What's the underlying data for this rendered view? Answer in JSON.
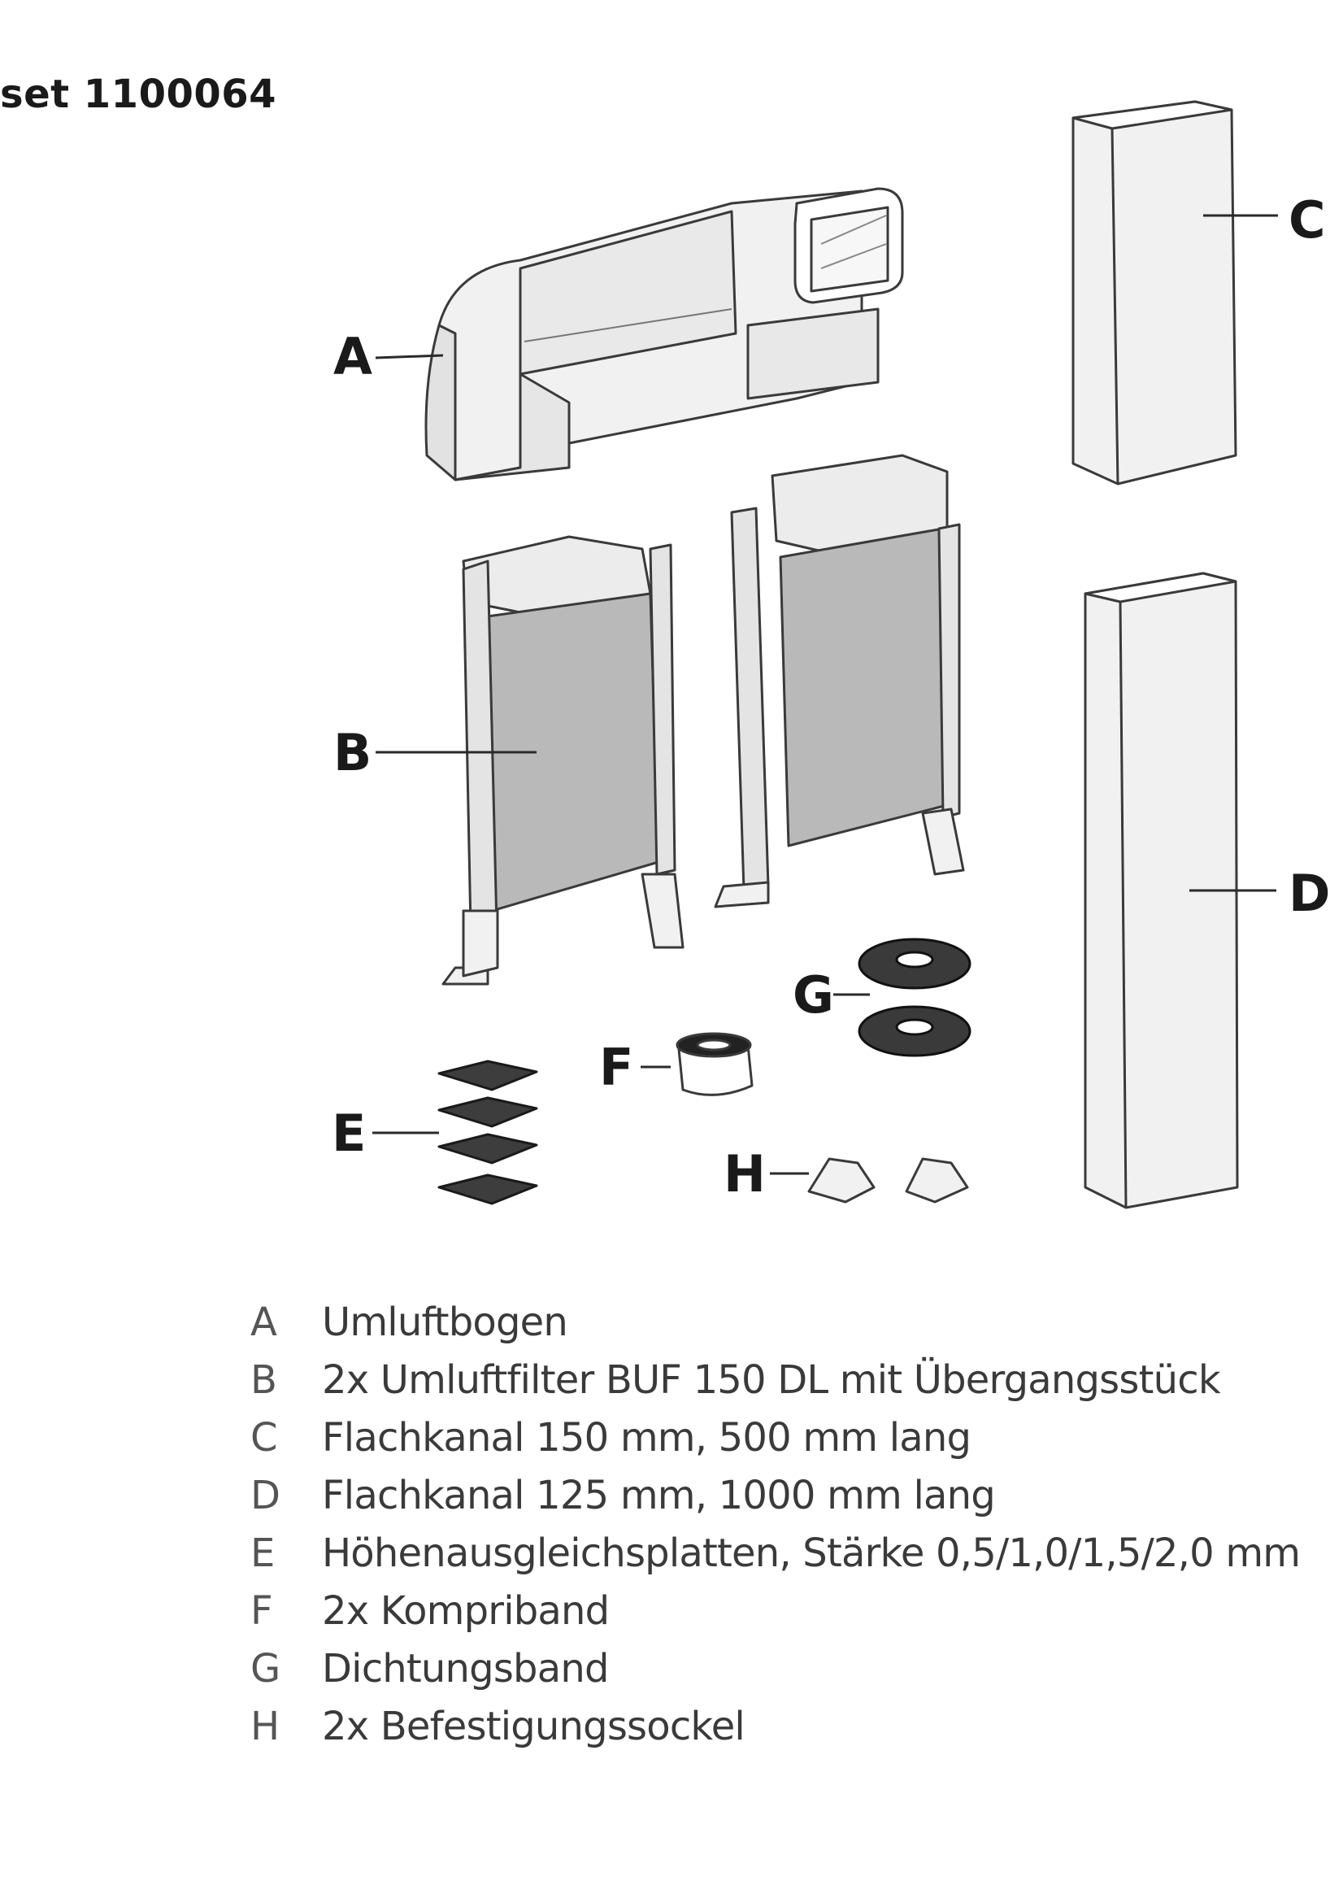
{
  "title": "set 1100064",
  "callouts": {
    "A": "A",
    "B": "B",
    "C": "C",
    "D": "D",
    "E": "E",
    "F": "F",
    "G": "G",
    "H": "H"
  },
  "legend": [
    {
      "letter": "A",
      "text": "Umluftbogen"
    },
    {
      "letter": "B",
      "text": "2x Umluftfilter BUF 150 DL mit Übergangsstück"
    },
    {
      "letter": "C",
      "text": "Flachkanal 150 mm, 500 mm lang"
    },
    {
      "letter": "D",
      "text": "Flachkanal 125 mm, 1000 mm lang"
    },
    {
      "letter": "E",
      "text": "Höhenausgleichsplatten, Stärke 0,5/1,0/1,5/2,0 mm"
    },
    {
      "letter": "F",
      "text": "2x Kompriband"
    },
    {
      "letter": "G",
      "text": "Dichtungsband"
    },
    {
      "letter": "H",
      "text": "2x Befestigungssockel"
    }
  ]
}
